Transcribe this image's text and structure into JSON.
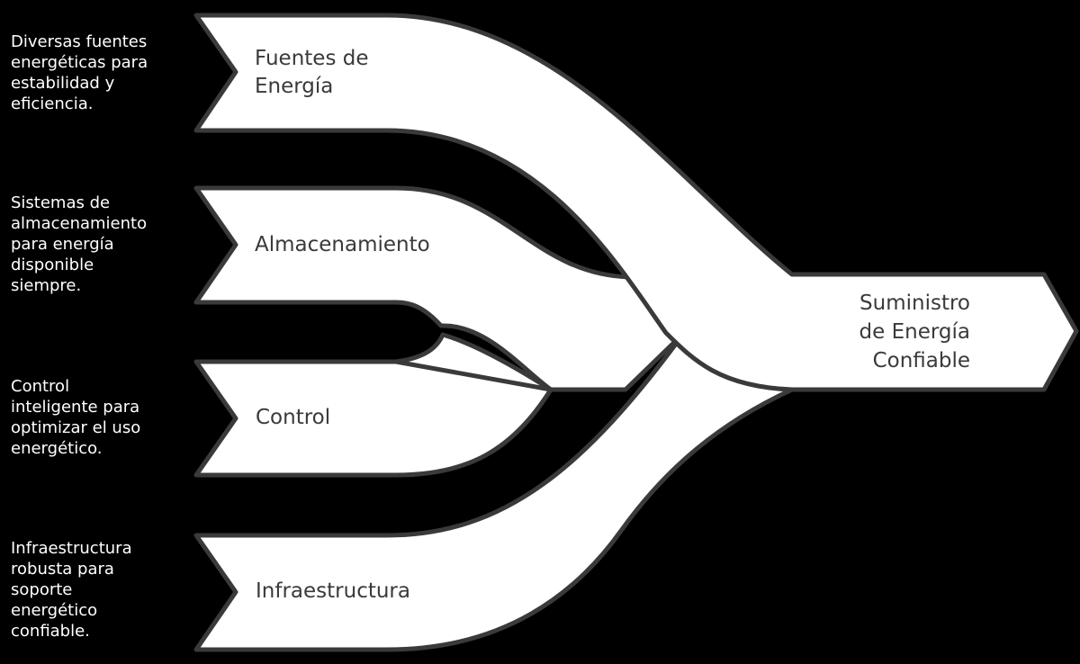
{
  "colors": {
    "background": "#000000",
    "band_fill": "#ffffff",
    "band_outline": "#3a3a3a",
    "label_text": "#3a3a3a",
    "note_text": "#ffffff"
  },
  "sources": [
    {
      "label": "Fuentes de\nEnergía",
      "description": "Diversas fuentes\nenergéticas para\nestabilidad y\neficiencia."
    },
    {
      "label": "Almacenamiento",
      "description": "Sistemas de\nalmacenamiento\npara energía\ndisponible\nsiempre."
    },
    {
      "label": "Control",
      "description": "Control\ninteligente para\noptimizar el uso\nenergético."
    },
    {
      "label": "Infraestructura",
      "description": "Infraestructura\nrobusta para\nsoporte\nenergético\nconfiable."
    }
  ],
  "target": {
    "label": "Suministro\nde Energía\nConfiable"
  }
}
